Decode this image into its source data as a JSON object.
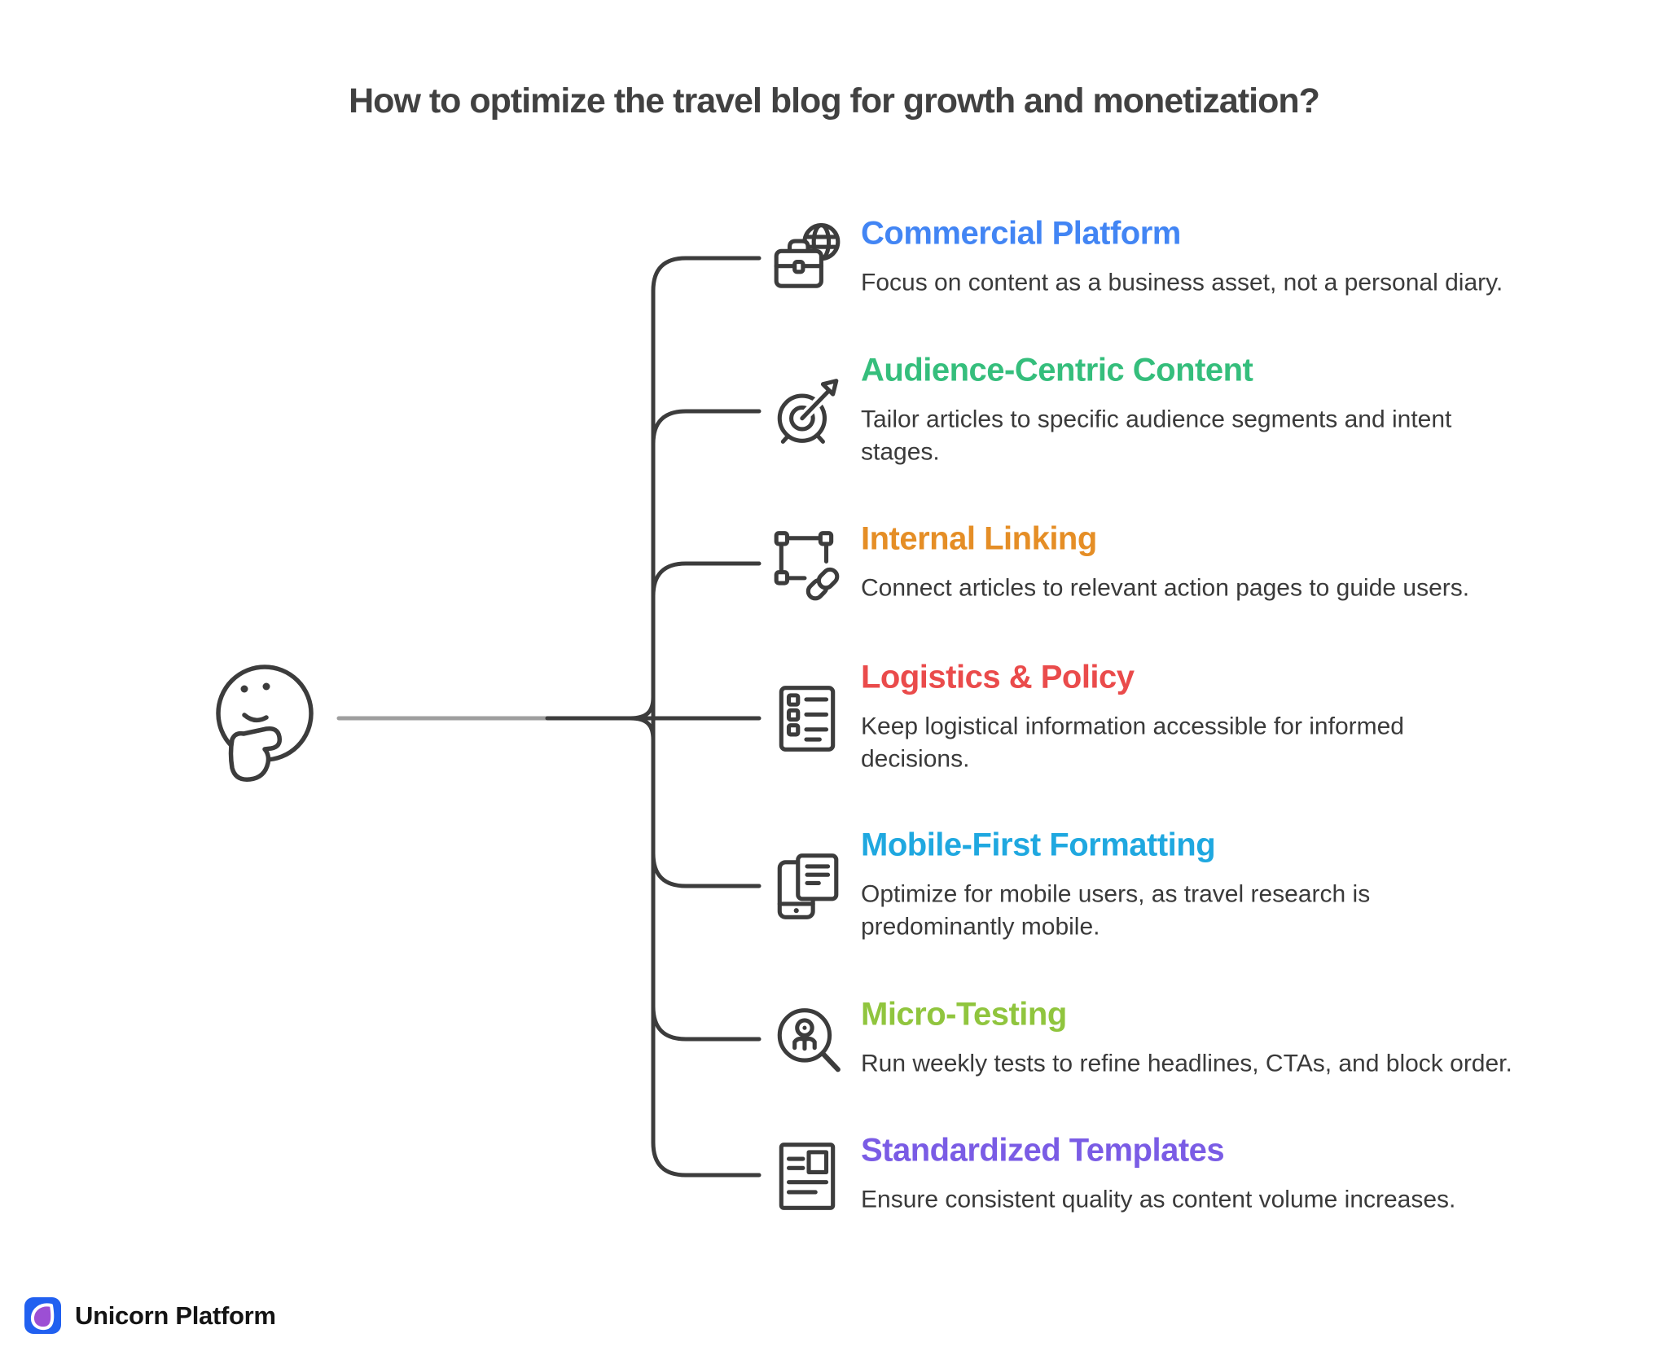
{
  "title": "How to optimize the travel blog for growth and monetization?",
  "items": [
    {
      "heading": "Commercial Platform",
      "color": "#4285F4",
      "description": "Focus on content as a business asset, not a personal diary.",
      "icon": "briefcase-globe-icon"
    },
    {
      "heading": "Audience-Centric Content",
      "color": "#35BE7C",
      "description": "Tailor articles to specific audience segments and intent\nstages.",
      "icon": "target-arrow-icon"
    },
    {
      "heading": "Internal Linking",
      "color": "#E58E26",
      "description": "Connect articles to relevant action pages to guide users.",
      "icon": "selection-link-icon"
    },
    {
      "heading": "Logistics & Policy",
      "color": "#EA4B4B",
      "description": "Keep logistical information accessible for informed\ndecisions.",
      "icon": "checklist-document-icon"
    },
    {
      "heading": "Mobile-First Formatting",
      "color": "#1FA8E0",
      "description": "Optimize for mobile users, as travel research is\npredominantly mobile.",
      "icon": "mobile-document-icon"
    },
    {
      "heading": "Micro-Testing",
      "color": "#90C53E",
      "description": "Run weekly tests to refine headlines, CTAs, and block order.",
      "icon": "user-magnifier-icon"
    },
    {
      "heading": "Standardized Templates",
      "color": "#7A5CE5",
      "description": "Ensure consistent quality as content volume increases.",
      "icon": "template-document-icon"
    }
  ],
  "footer": {
    "brand": "Unicorn Platform",
    "logo_bg": "#2160F0",
    "logo_drop": "#9C4FD4"
  },
  "line_colors": {
    "dark": "#3C3C3C",
    "light": "#9E9E9E"
  }
}
